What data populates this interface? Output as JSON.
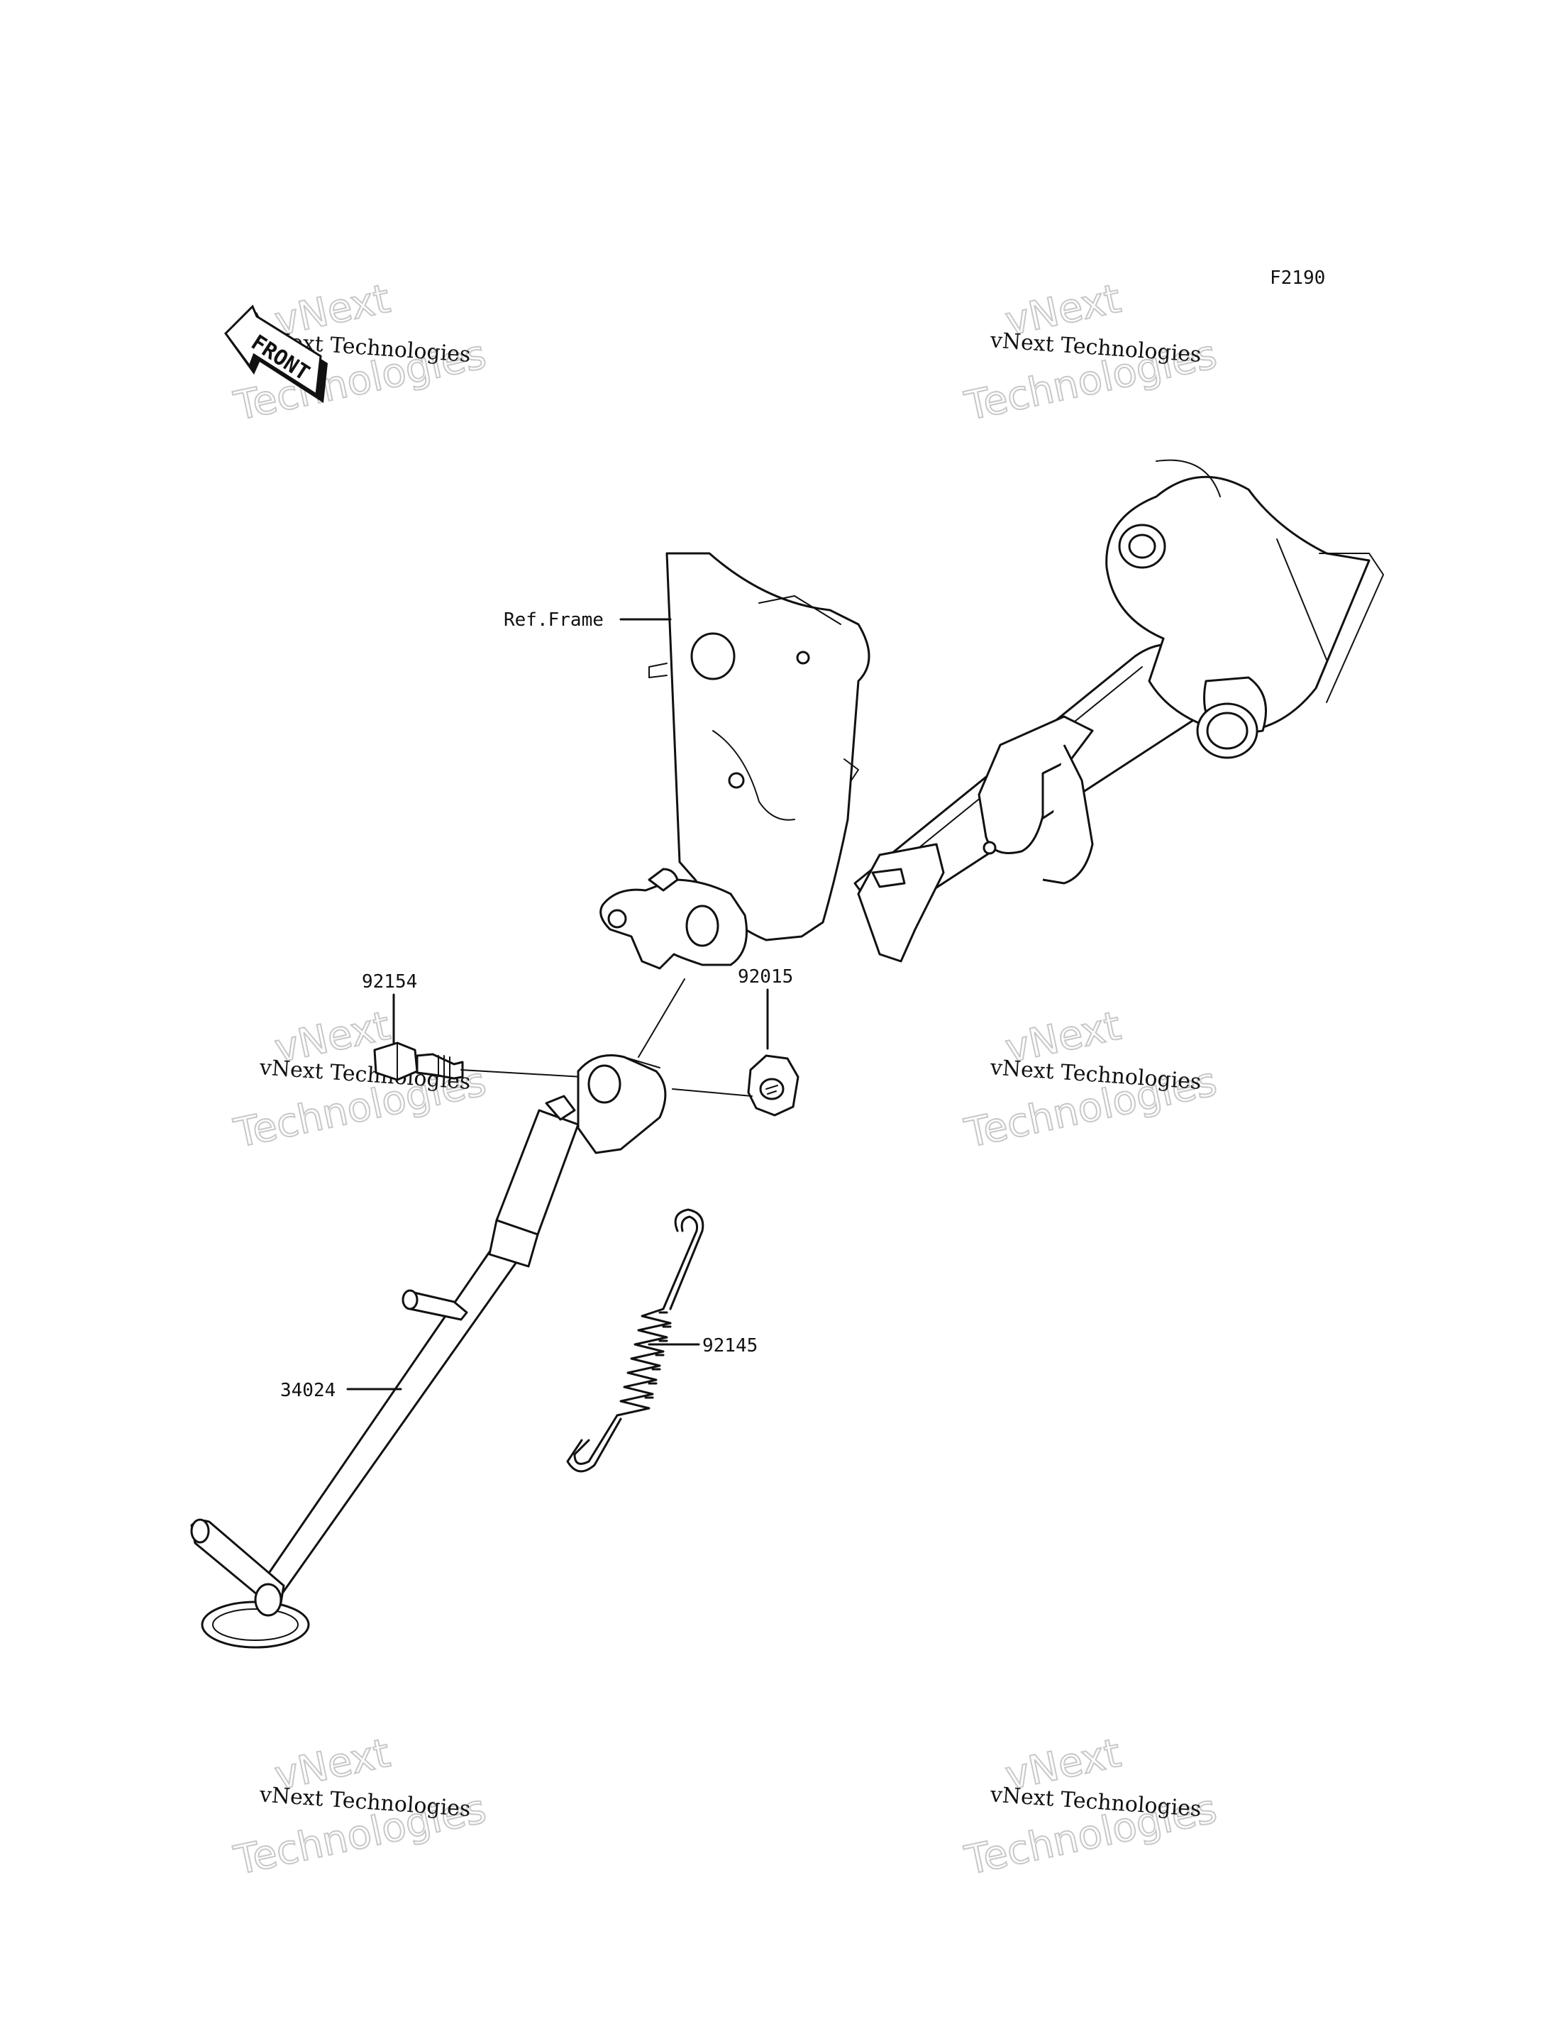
{
  "figure_code": "F2190",
  "front_arrow_label": "FRONT",
  "watermark": {
    "line1": "vNext",
    "line2": "Technologies",
    "caption": "vNext Technologies"
  },
  "parts": {
    "ref_frame": "Ref.Frame",
    "bolt": "92154",
    "nut": "92015",
    "spring": "92145",
    "side_stand": "34024"
  }
}
